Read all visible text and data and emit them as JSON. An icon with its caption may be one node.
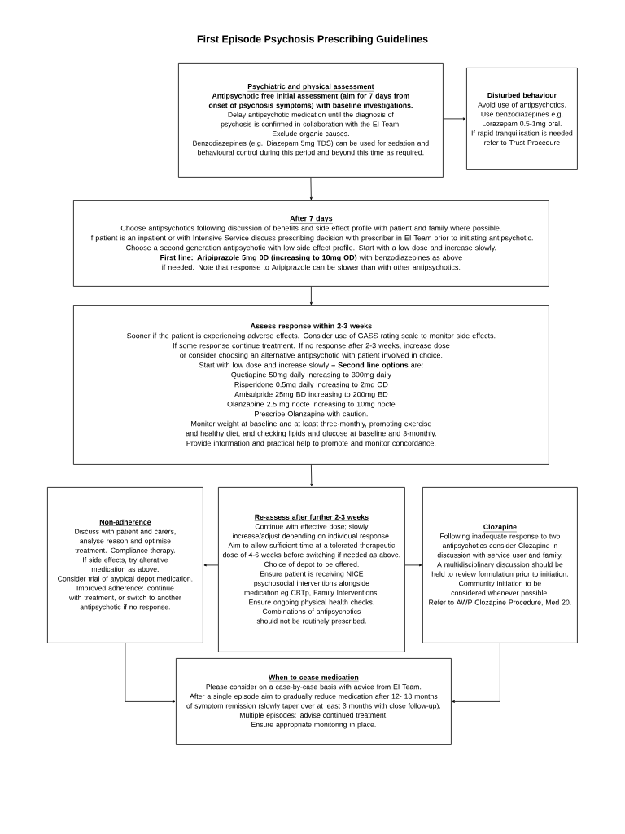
{
  "diagram": {
    "title": "First Episode Psychosis Prescribing Guidelines",
    "nodes": [
      {
        "text": [
          "Psychiatric and physical assessment",
          "**Antipsychotic free initial assessment (aim for 7 days from onset of psychosis symptoms) with baseline investigations.**",
          "Delay antipsychotic medication until the diagnosis of psychosis is confirmed in collaboration with the EI Team.",
          "Exclude organic causes.",
          "Benzodiazepines (e.g. Diazepam 5mg TDS) can be used for sedation and behavioural control during this period and beyond this time as required."
        ]
      },
      {
        "text": [
          "Disturbed behaviour",
          "Avoid use of antipsychotics.",
          "Use benzodiazepines e.g. Lorazepam 0.5-1mg oral.",
          "If rapid tranquilisation is needed refer to Trust Procedure"
        ]
      },
      {
        "text": [
          "After 7 days",
          "Choose antipsychotics following discussion of benefits and side effect profile with patient and family where possible.",
          "If patient is an inpatient or with Intensive Service discuss prescribing decision with prescriber in EI Team prior to initiating antipsychotic.",
          "Choose a second generation antipsychotic with low side effect profile. Start with a low dose and increase slowly.",
          "**First line: Aripiprazole 5mg 0D (increasing to 10mg OD)** with benzodiazepines as above if needed. Note that response to Aripiprazole can be slower than with other antipsychotics."
        ]
      },
      {
        "text": [
          "Assess response within 2-3 weeks",
          "Sooner if the patient is experiencing adverse effects. Consider use of GASS rating scale to monitor side effects.",
          "If some response continue treatment. If no response after 2-3 weeks, increase dose or consider choosing an alternative antipsychotic with patient involved in choice.",
          "Start with low dose and increase slowly **– Second line options** are:",
          "Quetiapine 50mg daily increasing to 300mg daily",
          "Risperidone 0.5mg daily increasing to 2mg OD",
          "Amisulpride 25mg BD increasing to 200mg BD",
          "Olanzapine 2.5 mg nocte increasing to 10mg nocte",
          "Prescribe Olanzapine with caution.",
          "Monitor weight at baseline and at least three-monthly, promoting exercise and healthy diet, and checking lipids and glucose at baseline and 3-monthly.",
          "Provide information and practical help to promote and monitor concordance."
        ]
      },
      {
        "text": [
          "Non-adherence",
          "Discuss with patient and carers, analyse reason and optimise treatment. Compliance therapy.",
          "If side effects, try alterative medication as above.",
          "Consider trial of atypical depot medication.",
          "Improved adherence: continue with treatment, or switch to another antipsychotic if no response."
        ]
      },
      {
        "text": [
          "Re-assess after further 2-3 weeks",
          "Continue with effective dose; slowly increase/adjust depending on individual response.",
          "Aim to allow sufficient time at a tolerated therapeutic dose of 4-6 weeks before switching if needed as above.",
          "Choice of depot to be offered.",
          "Ensure patient is receiving NICE psychosocial interventions alongside medication eg CBTp, Family Interventions.",
          "Ensure ongoing physical health checks.",
          "Combinations of antipsychotics should not be routinely prescribed."
        ]
      },
      {
        "text": [
          "Clozapine",
          "Following inadequate response to two antipsychotics consider Clozapine in discussion with service user and family.",
          "A multidisciplinary discussion should be held to review formulation prior to initiation.",
          "Community initiation to be considered whenever possible.",
          "Refer to AWP Clozapine Procedure, Med 20."
        ]
      },
      {
        "text": [
          "When to cease medication",
          "Please consider on a case-by-case basis with advice from EI Team.",
          "After a single episode aim to gradually reduce medication after 12- 18 months of symptom remission (slowly taper over at least 3 months with close follow-up).",
          "Multiple episodes: advise continued treatment.",
          "Ensure appropriate monitoring in place."
        ]
      }
    ],
    "edges": [
      {
        "from": 0,
        "to": 1,
        "arrow": "to"
      },
      {
        "from": 0,
        "to": 2,
        "arrow": "to"
      },
      {
        "from": 2,
        "to": 3,
        "arrow": "to"
      },
      {
        "from": 3,
        "to": 5,
        "arrow": "to"
      },
      {
        "from": 5,
        "to": 4,
        "arrow": "to"
      },
      {
        "from": 5,
        "to": 6,
        "arrow": "to"
      },
      {
        "from": 4,
        "to": 7,
        "arrow": "to"
      },
      {
        "from": 6,
        "to": 7,
        "arrow": "to"
      }
    ]
  }
}
